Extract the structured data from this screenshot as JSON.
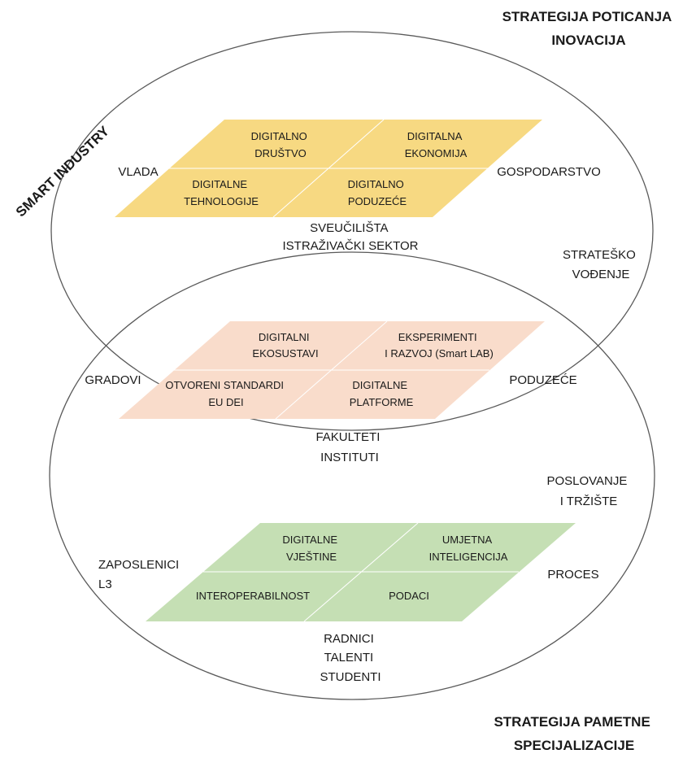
{
  "titles": {
    "top": [
      "STRATEGIJA POTICANJA",
      "INOVACIJA"
    ],
    "bottom": [
      "STRATEGIJA PAMETNE",
      "SPECIJALIZACIJE"
    ],
    "side": "SMART INDUSTRY"
  },
  "upper_ellipse": {
    "labels": {
      "left": "VLADA",
      "right": "GOSPODARSTVO",
      "below": [
        "SVEUČILIŠTA",
        "ISTRAŽIVAČKI SEKTOR"
      ],
      "right_lower": [
        "STRATEŠKO",
        "VOĐENJE"
      ]
    }
  },
  "overlap": {
    "labels": {
      "left": "GRADOVI",
      "right": "PODUZEĆE",
      "below": [
        "FAKULTETI",
        "INSTITUTI"
      ]
    }
  },
  "lower_ellipse": {
    "labels": {
      "right_upper": [
        "POSLOVANJE",
        "I TRŽIŠTE"
      ],
      "left": [
        "ZAPOSLENICI",
        "L3"
      ],
      "right": "PROCES",
      "below": [
        "RADNICI",
        "TALENTI",
        "STUDENTI"
      ]
    }
  },
  "panels": [
    {
      "name": "digital-society-panel",
      "fill": "#f7d982",
      "cells": [
        [
          "DIGITALNO",
          "DRUŠTVO"
        ],
        [
          "DIGITALNA",
          "EKONOMIJA"
        ],
        [
          "DIGITALNE",
          "TEHNOLOGIJE"
        ],
        [
          "DIGITALNO",
          "PODUZEĆE"
        ]
      ]
    },
    {
      "name": "digital-ecosystem-panel",
      "fill": "#f9dccb",
      "cells": [
        [
          "DIGITALNI",
          "EKOSUSTAVI"
        ],
        [
          "EKSPERIMENTI",
          "I RAZVOJ (Smart LAB)"
        ],
        [
          "OTVORENI STANDARDI",
          "EU DEI"
        ],
        [
          "DIGITALNE",
          "PLATFORME"
        ]
      ]
    },
    {
      "name": "digital-skills-panel",
      "fill": "#c5dfb4",
      "cells": [
        [
          "DIGITALNE",
          "VJEŠTINE"
        ],
        [
          "UMJETNA",
          "INTELIGENCIJA"
        ],
        [
          "INTEROPERABILNOST"
        ],
        [
          "PODACI"
        ]
      ]
    }
  ]
}
